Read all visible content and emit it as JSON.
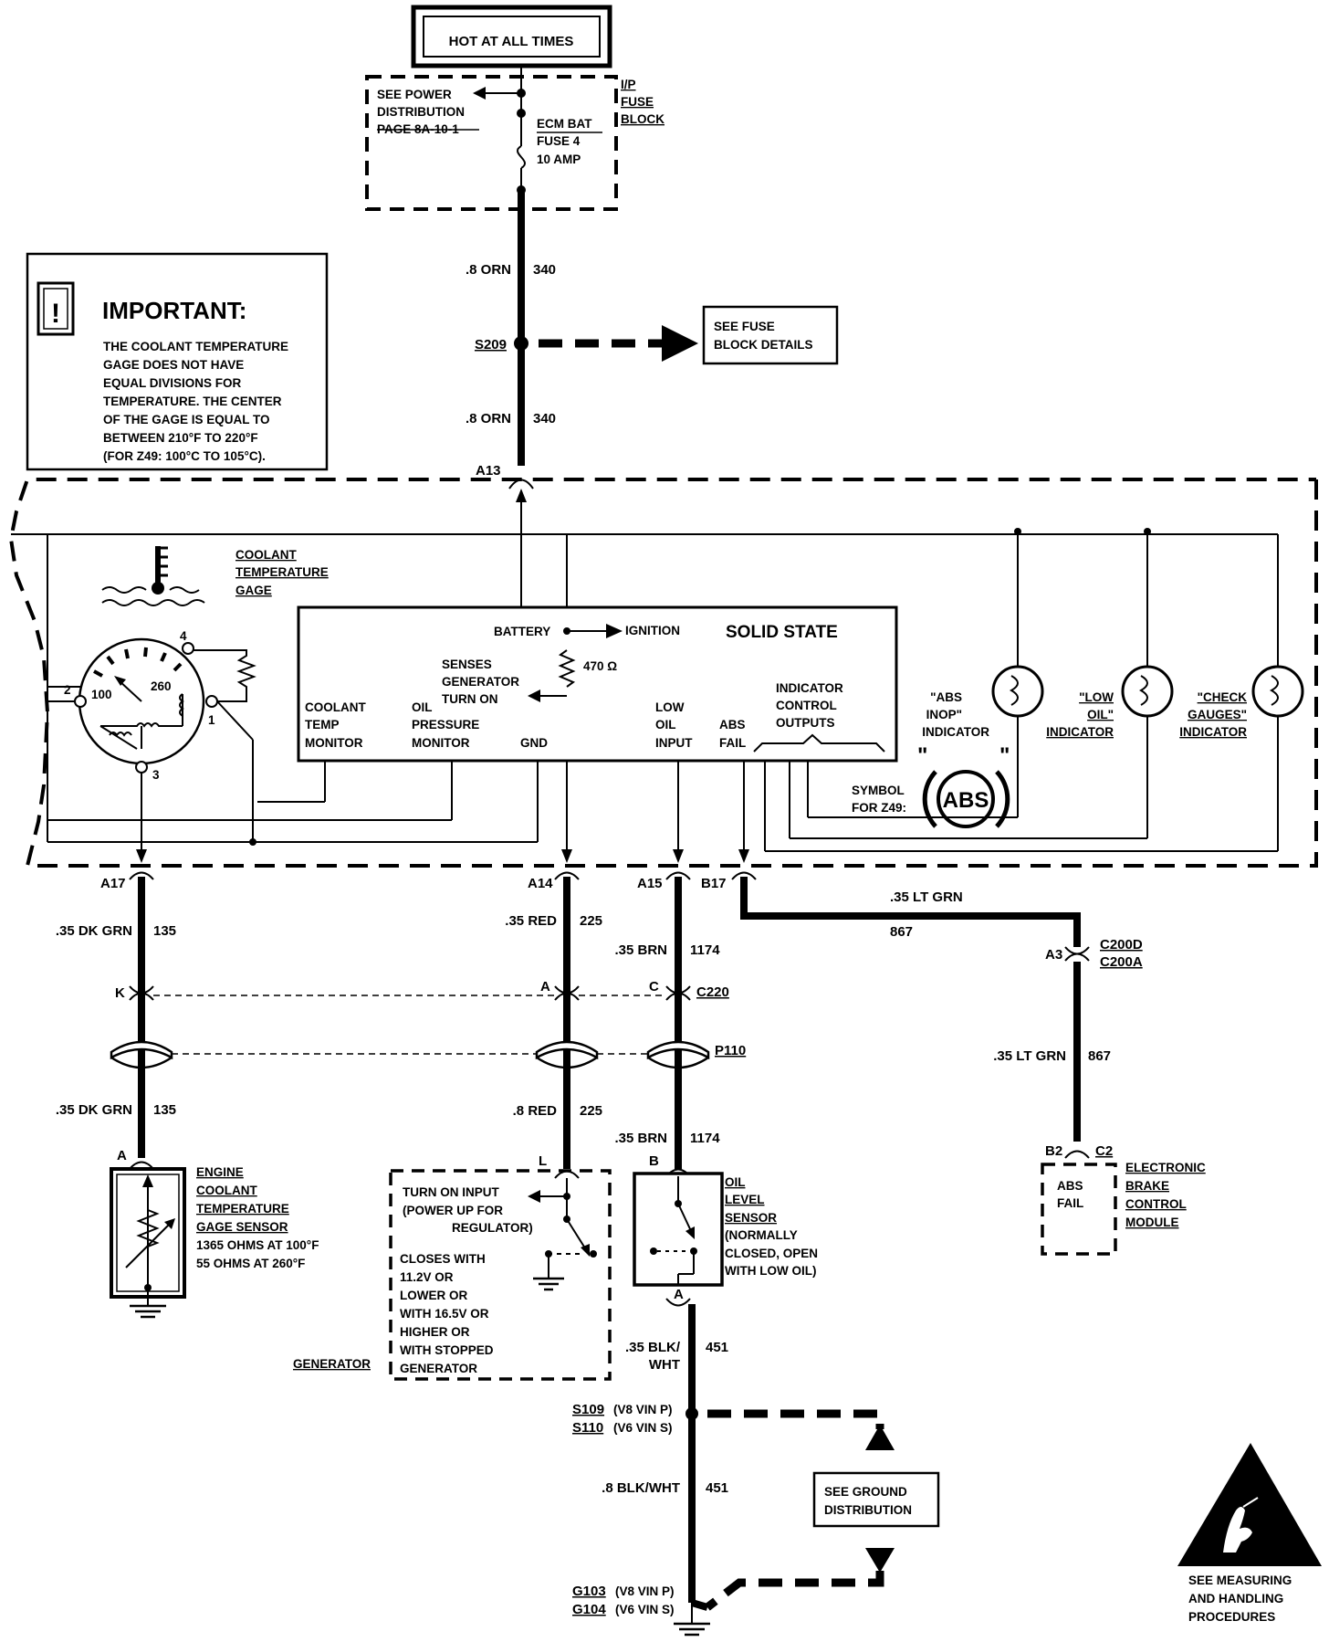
{
  "power": {
    "hot_label": "HOT AT ALL TIMES",
    "fuse_block_label": [
      "I/P",
      "FUSE",
      "BLOCK"
    ],
    "see_power": [
      "SEE POWER",
      "DISTRIBUTION",
      "PAGE 8A-10-1"
    ],
    "fuse": [
      "ECM BAT",
      "FUSE 4",
      "10 AMP"
    ]
  },
  "top_wires": {
    "upper_label": ".8 ORN",
    "upper_circuit": "340",
    "splice": "S209",
    "see_fuse": [
      "SEE FUSE",
      "BLOCK DETAILS"
    ],
    "lower_label": ".8 ORN",
    "lower_circuit": "340",
    "connector": "A13"
  },
  "important": {
    "title": "IMPORTANT:",
    "lines": [
      "THE COOLANT TEMPERATURE",
      "GAGE DOES NOT HAVE",
      "EQUAL DIVISIONS FOR",
      "TEMPERATURE.  THE CENTER",
      "OF THE GAGE IS EQUAL TO",
      "BETWEEN 210°F TO 220°F",
      "(FOR Z49:  100°C TO 105°C)."
    ]
  },
  "cluster": {
    "coolant_gage": [
      "COOLANT",
      "TEMPERATURE",
      "GAGE"
    ],
    "gage_scale": [
      "100",
      "260"
    ],
    "gage_pins": [
      "2",
      "4",
      "1",
      "3"
    ],
    "solid_state": "SOLID STATE",
    "battery": "BATTERY",
    "ignition": "IGNITION",
    "resistor": "470 Ω",
    "senses": [
      "SENSES",
      "GENERATOR",
      "TURN ON"
    ],
    "coolant_monitor": [
      "COOLANT",
      "TEMP",
      "MONITOR"
    ],
    "oil_monitor": [
      "OIL",
      "PRESSURE",
      "MONITOR"
    ],
    "gnd": "GND",
    "low_oil_input": [
      "LOW",
      "OIL",
      "INPUT"
    ],
    "abs_fail": [
      "ABS",
      "FAIL"
    ],
    "indicator_outputs": [
      "INDICATOR",
      "CONTROL",
      "OUTPUTS"
    ],
    "abs_inop": [
      "\"ABS",
      "INOP\"",
      "INDICATOR"
    ],
    "low_oil": [
      "\"LOW",
      "OIL\"",
      "INDICATOR"
    ],
    "check_gauges": [
      "\"CHECK",
      "GAUGES\"",
      "INDICATOR"
    ],
    "symbol": [
      "SYMBOL",
      "FOR Z49:"
    ],
    "abs_symbol": "ABS",
    "abs_quotes": [
      "\"",
      "\""
    ]
  },
  "connectors": {
    "a17": "A17",
    "a14": "A14",
    "a15": "A15",
    "b17": "B17",
    "k": "K",
    "a": "A",
    "c": "C",
    "c220": "C220",
    "p110": "P110",
    "a3": "A3",
    "c200d": "C200D",
    "c200a": "C200A"
  },
  "wires": {
    "w1_label": ".35 DK GRN",
    "w1_circuit": "135",
    "w1b_label": ".35 DK GRN",
    "w1b_circuit": "135",
    "w2_label": ".35 RED",
    "w2_circuit": "225",
    "w2b_label": ".8 RED",
    "w2b_circuit": "225",
    "w3_label": ".35 BRN",
    "w3_circuit": "1174",
    "w3b_label": ".35 BRN",
    "w3b_circuit": "1174",
    "w4_label": ".35 LT GRN",
    "w4_circuit": "867",
    "w4b_label": ".35 LT GRN",
    "w4b_circuit": "867",
    "w5_label": [
      ".35 BLK/",
      "WHT"
    ],
    "w5_circuit": "451",
    "w6_label": ".8 BLK/WHT",
    "w6_circuit": "451"
  },
  "components": {
    "ect_pin": "A",
    "ect_sensor": [
      "ENGINE",
      "COOLANT",
      "TEMPERATURE",
      "GAGE SENSOR"
    ],
    "ect_spec": [
      "1365 OHMS AT 100°F",
      "55 OHMS AT 260°F"
    ],
    "gen_pin": "L",
    "gen_text": [
      "TURN ON INPUT",
      "(POWER UP FOR",
      "REGULATOR)"
    ],
    "gen_closes": [
      "CLOSES WITH",
      "11.2V OR",
      "LOWER OR",
      "WITH 16.5V OR",
      "HIGHER OR",
      "WITH STOPPED",
      "GENERATOR"
    ],
    "generator": "GENERATOR",
    "oil_pin_b": "B",
    "oil_pin_a": "A",
    "oil_sensor": [
      "OIL",
      "LEVEL",
      "SENSOR"
    ],
    "oil_spec": [
      "(NORMALLY",
      "CLOSED, OPEN",
      "WITH LOW OIL)"
    ],
    "ebcm_pin": "B2",
    "ebcm_conn": "C2",
    "ebcm_inside": [
      "ABS",
      "FAIL"
    ],
    "ebcm": [
      "ELECTRONIC",
      "BRAKE",
      "CONTROL",
      "MODULE"
    ]
  },
  "ground": {
    "s109": "S109",
    "s109_note": "(V8  VIN P)",
    "s110": "S110",
    "s110_note": "(V6  VIN S)",
    "see_ground": [
      "SEE GROUND",
      "DISTRIBUTION"
    ],
    "g103": "G103",
    "g103_note": "(V8  VIN P)",
    "g104": "G104",
    "g104_note": "(V6  VIN S)"
  },
  "esd": [
    "SEE MEASURING",
    "AND HANDLING",
    "PROCEDURES"
  ]
}
